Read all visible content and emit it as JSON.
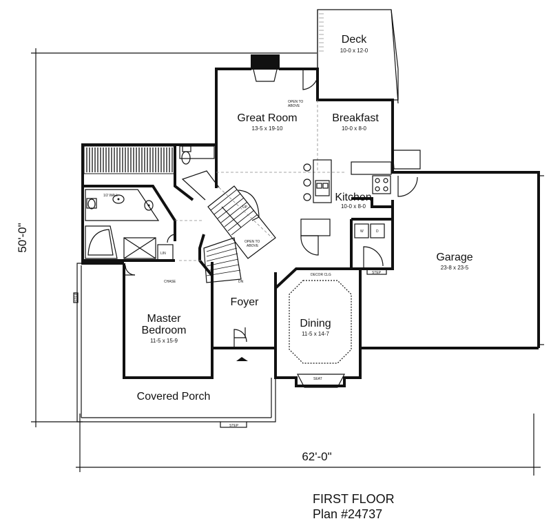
{
  "dimensions": {
    "depth": "50'-0\"",
    "width": "62'-0\""
  },
  "rooms": {
    "deck": {
      "name": "Deck",
      "size": "10-0 x 12-0"
    },
    "great_room": {
      "name": "Great Room",
      "size": "13-5 x 19-10"
    },
    "breakfast": {
      "name": "Breakfast",
      "size": "10-0 x 8-0"
    },
    "kitchen": {
      "name": "Kitchen",
      "size": "10-0 x 8-0"
    },
    "garage": {
      "name": "Garage",
      "size": "23-8 x 23-5"
    },
    "foyer": {
      "name": "Foyer"
    },
    "dining": {
      "name": "Dining",
      "size": "11-5 x 14-7"
    },
    "master_bedroom": {
      "name_line1": "Master",
      "name_line2": "Bedroom",
      "size": "11-5 x 15-9"
    },
    "covered_porch": {
      "name": "Covered Porch"
    }
  },
  "notes": {
    "open_to_above_1a": "OPEN TO",
    "open_to_above_1b": "ABOVE",
    "open_to_above_2a": "OPEN TO",
    "open_to_above_2b": "ABOVE",
    "half_wall": "1/2 WALL",
    "chase": "CHASE",
    "linen": "LIN",
    "decor_clg": "DECOR CLG",
    "seat": "SEAT",
    "step_garage": "STEP",
    "step_porch": "STEP",
    "step_side": "STEP",
    "up": "UP",
    "dn": "DN",
    "w": "W",
    "d": "D"
  },
  "footer": {
    "title": "FIRST FLOOR",
    "plan": "Plan #24737"
  }
}
